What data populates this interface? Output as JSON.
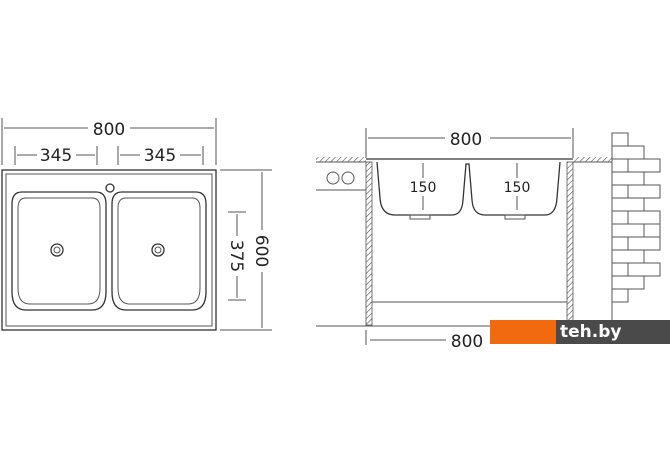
{
  "top_view": {
    "overall_width": "800",
    "left_bowl_width": "345",
    "right_bowl_width": "345",
    "overall_depth": "600",
    "bowl_depth": "375"
  },
  "side_view": {
    "overall_width": "800",
    "left_bowl_depth": "150",
    "right_bowl_depth": "150",
    "cabinet_width": "800"
  },
  "watermark": {
    "text": "teh.by",
    "orange": "#f26a10",
    "gray": "#4a4a4a"
  }
}
